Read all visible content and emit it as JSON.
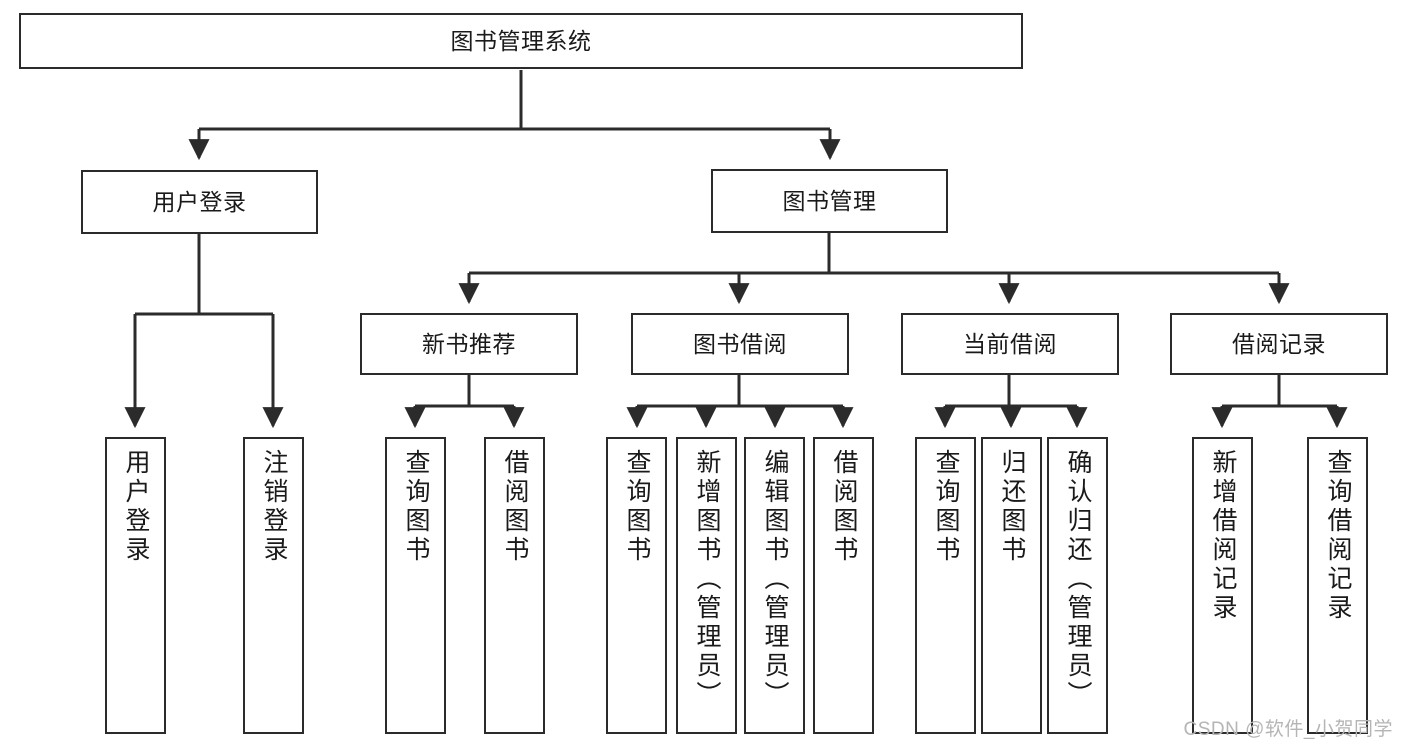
{
  "diagram": {
    "title": "图书管理系统",
    "type": "tree-hierarchy-diagram",
    "root": {
      "label": "图书管理系统"
    },
    "level2": [
      {
        "label": "用户登录"
      },
      {
        "label": "图书管理"
      }
    ],
    "level3": [
      {
        "label": "新书推荐"
      },
      {
        "label": "图书借阅"
      },
      {
        "label": "当前借阅"
      },
      {
        "label": "借阅记录"
      }
    ],
    "leaves": {
      "user_login": [
        {
          "label": "用户登录"
        },
        {
          "label": "注销登录"
        }
      ],
      "new_book_recommend": [
        {
          "label": "查询图书"
        },
        {
          "label": "借阅图书"
        }
      ],
      "book_borrow": [
        {
          "label": "查询图书"
        },
        {
          "label": "新增图书（管理员）"
        },
        {
          "label": "编辑图书（管理员）"
        },
        {
          "label": "借阅图书"
        }
      ],
      "current_borrow": [
        {
          "label": "查询图书"
        },
        {
          "label": "归还图书"
        },
        {
          "label": "确认归还（管理员）"
        }
      ],
      "borrow_record": [
        {
          "label": "新增借阅记录"
        },
        {
          "label": "查询借阅记录"
        }
      ]
    }
  },
  "watermark": {
    "text": "CSDN @软件_小贺同学"
  },
  "colors": {
    "stroke": "#2b2b2b",
    "background": "#ffffff",
    "text": "#1a1a1a",
    "watermark": "#b5b5b5"
  }
}
